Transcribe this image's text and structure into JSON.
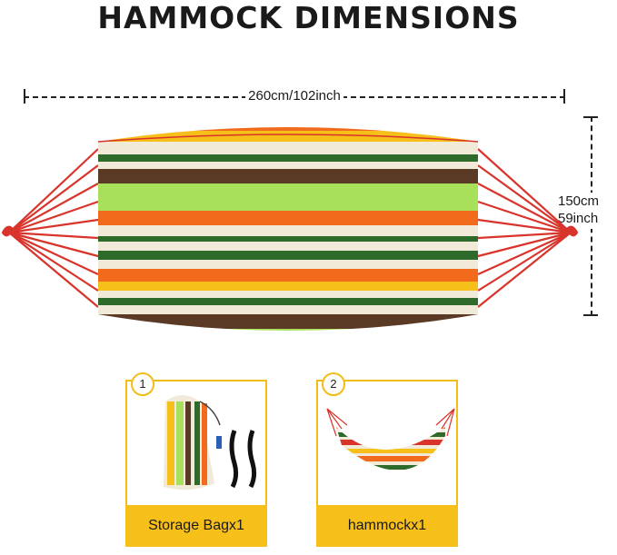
{
  "title": "HAMMOCK DIMENSIONS",
  "dimensions": {
    "width_label": "260cm/102inch",
    "height_cm": "150cm",
    "height_inch": "59inch"
  },
  "items": [
    {
      "number": "1",
      "label": "Storage Bagx1"
    },
    {
      "number": "2",
      "label": "hammockx1"
    }
  ],
  "colors": {
    "accent_yellow": "#f7bf1a",
    "rope_red": "#d9342b",
    "stripe_orange": "#f26a1b",
    "stripe_green": "#2e6b2a",
    "stripe_lime": "#a9e05a",
    "stripe_brown": "#5a3a25",
    "stripe_cream": "#f2ead8"
  }
}
